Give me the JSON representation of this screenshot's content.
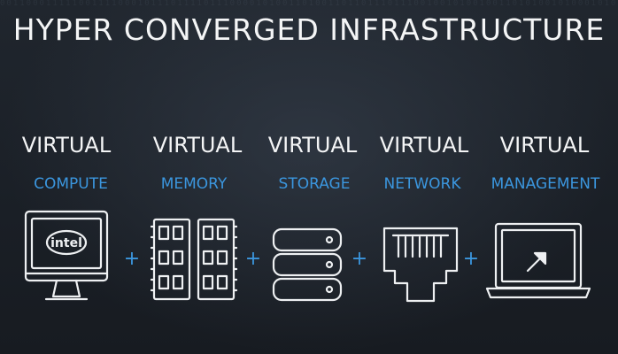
{
  "title": "HYPER CONVERGED INFRASTRUCTURE",
  "accent_color": "#3b96de",
  "text_color": "#f4f5f6",
  "separator": "+",
  "items": [
    {
      "heading": "VIRTUAL",
      "subheading": "COMPUTE",
      "icon": "desktop-monitor-icon",
      "logo_text": "intel"
    },
    {
      "heading": "VIRTUAL",
      "subheading": "MEMORY",
      "icon": "memory-modules-icon"
    },
    {
      "heading": "VIRTUAL",
      "subheading": "STORAGE",
      "icon": "storage-server-stack-icon"
    },
    {
      "heading": "VIRTUAL",
      "subheading": "NETWORK",
      "icon": "network-port-icon"
    },
    {
      "heading": "VIRTUAL",
      "subheading": "MANAGEMENT",
      "icon": "laptop-cursor-icon"
    }
  ]
}
